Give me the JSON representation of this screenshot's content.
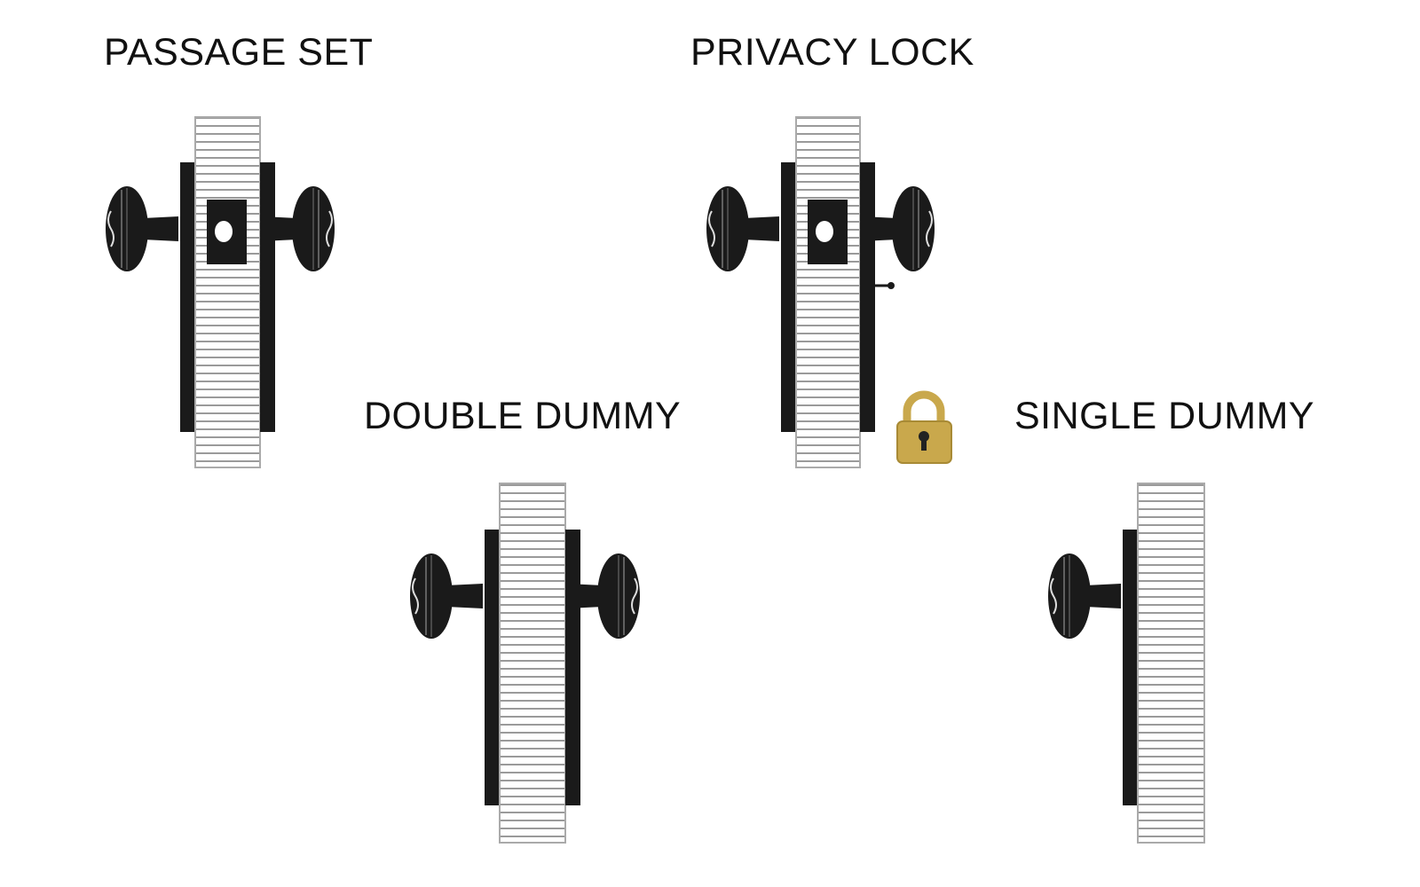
{
  "items": [
    {
      "id": "passage-set",
      "label": "PASSAGE SET",
      "knobs": "both",
      "latch": true,
      "privacy_pin": false,
      "lock_icon": false
    },
    {
      "id": "privacy-lock",
      "label": "PRIVACY LOCK",
      "knobs": "both",
      "latch": true,
      "privacy_pin": true,
      "lock_icon": true
    },
    {
      "id": "double-dummy",
      "label": "DOUBLE DUMMY",
      "knobs": "both",
      "latch": false,
      "privacy_pin": false,
      "lock_icon": false
    },
    {
      "id": "single-dummy",
      "label": "SINGLE DUMMY",
      "knobs": "left",
      "latch": false,
      "privacy_pin": false,
      "lock_icon": false
    }
  ],
  "colors": {
    "hardware": "#1a1a1a",
    "stripe": "#9a9a9a",
    "lock": "#c9a84c"
  }
}
